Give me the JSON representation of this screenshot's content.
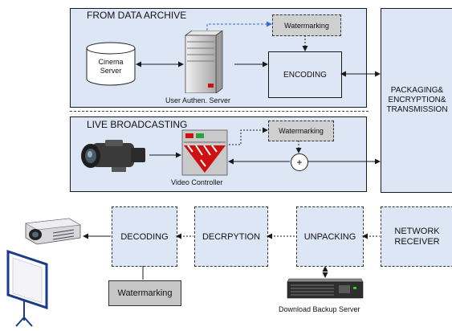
{
  "sections": {
    "archive_title": "FROM DATA ARCHIVE",
    "live_title": "LIVE BROADCASTING"
  },
  "nodes": {
    "cinema_server": "Cinema Server",
    "user_auth_server": "User Authen. Server",
    "watermark_top": "Watermarking",
    "encoding": "ENCODING",
    "watermark_live": "Watermarking",
    "video_controller": "Video Controller",
    "plus_symbol": "+",
    "packaging": "PACKAGING& ENCRYPTION& TRANSMISSION",
    "network_receiver": "NETWORK RECEIVER",
    "unpacking": "UNPACKING",
    "decryption": "DECRPYTION",
    "decoding": "DECODING",
    "watermark_bottom": "Watermarking",
    "download_backup_server": "Download Backup Server"
  },
  "colors": {
    "panel_fill": "#dde6f5",
    "watermark_fill": "#cfcfcf",
    "line": "#1a1a1a",
    "dashed_arrow": "#3a6fc9"
  },
  "icons": [
    "cylinder-database-icon",
    "server-tower-icon",
    "video-camera-icon",
    "video-controller-icon",
    "projector-icon",
    "projection-screen-icon",
    "rack-server-icon"
  ]
}
